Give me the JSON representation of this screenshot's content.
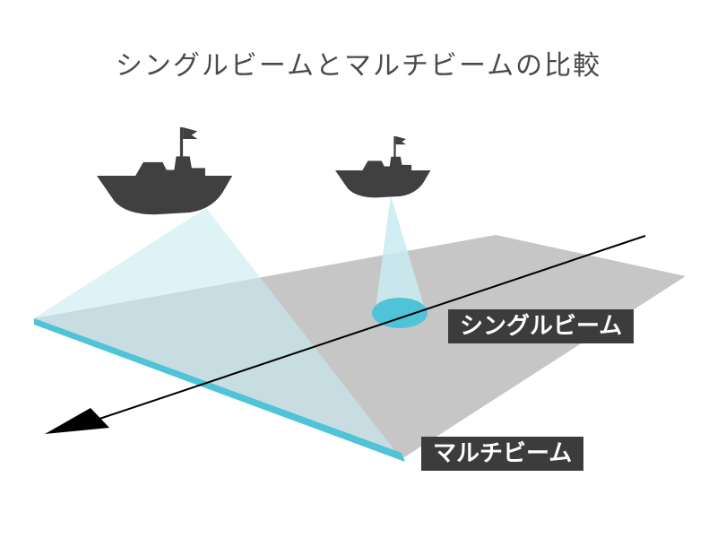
{
  "title": "シングルビームとマルチビームの比較",
  "labels": {
    "single_beam": "シングルビーム",
    "multi_beam": "マルチビーム"
  },
  "icons": {
    "boat": "boat-with-flag-icon"
  },
  "colors": {
    "seabed": "#c7c6c7",
    "beam_light": "#c8ebf1",
    "beam_accent": "#4fc3d7",
    "boat": "#404040",
    "label_bg": "#3c3c3c",
    "label_text": "#ffffff",
    "title_text": "#4a4a4a",
    "track_line": "#000000"
  }
}
